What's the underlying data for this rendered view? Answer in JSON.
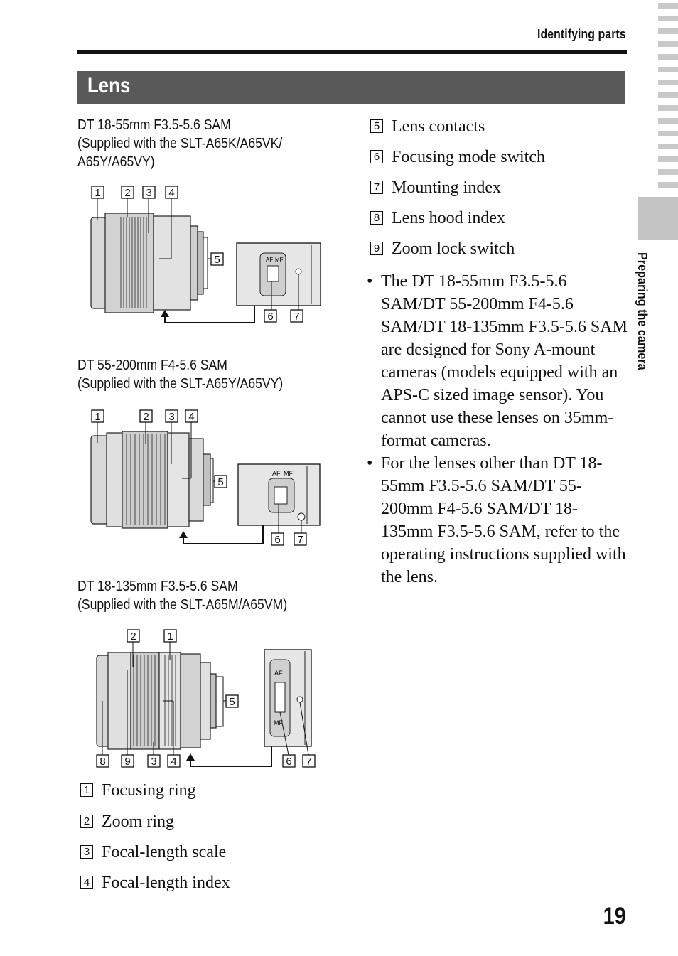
{
  "header": {
    "section": "Identifying parts"
  },
  "title": "Lens",
  "side_tab": "Preparing the camera",
  "page_number": "19",
  "lenses": [
    {
      "model": "DT 18-55mm F3.5-5.6 SAM",
      "supplied_line1": "(Supplied with the SLT-A65K/A65VK/",
      "supplied_line2": "A65Y/A65VY)"
    },
    {
      "model": "DT 55-200mm F4-5.6 SAM",
      "supplied_line1": "(Supplied with the SLT-A65Y/A65VY)"
    },
    {
      "model": "DT 18-135mm F3.5-5.6 SAM",
      "supplied_line1": "(Supplied with the SLT-A65M/A65VM)"
    }
  ],
  "diagram_labels": {
    "af": "AF",
    "mf": "MF",
    "n1": "1",
    "n2": "2",
    "n3": "3",
    "n4": "4",
    "n5": "5",
    "n6": "6",
    "n7": "7",
    "n8": "8",
    "n9": "9"
  },
  "parts": [
    {
      "num": "1",
      "name": "Focusing ring"
    },
    {
      "num": "2",
      "name": "Zoom ring"
    },
    {
      "num": "3",
      "name": "Focal-length scale"
    },
    {
      "num": "4",
      "name": "Focal-length index"
    },
    {
      "num": "5",
      "name": "Lens contacts"
    },
    {
      "num": "6",
      "name": "Focusing mode switch"
    },
    {
      "num": "7",
      "name": "Mounting index"
    },
    {
      "num": "8",
      "name": "Lens hood index"
    },
    {
      "num": "9",
      "name": "Zoom lock switch"
    }
  ],
  "notes": [
    "The DT 18-55mm F3.5-5.6 SAM/DT 55-200mm F4-5.6 SAM/DT 18-135mm F3.5-5.6 SAM are designed for Sony A-mount cameras (models equipped with an APS-C sized image sensor). You cannot use these lenses on 35mm-format cameras.",
    "For the lenses other than DT 18-55mm F3.5-5.6 SAM/DT 55-200mm F4-5.6 SAM/DT 18-135mm F3.5-5.6 SAM, refer to the operating instructions supplied with the lens."
  ],
  "colors": {
    "banner": "#595959",
    "tab": "#c4c4c4",
    "tick": "#c9c9c9"
  }
}
